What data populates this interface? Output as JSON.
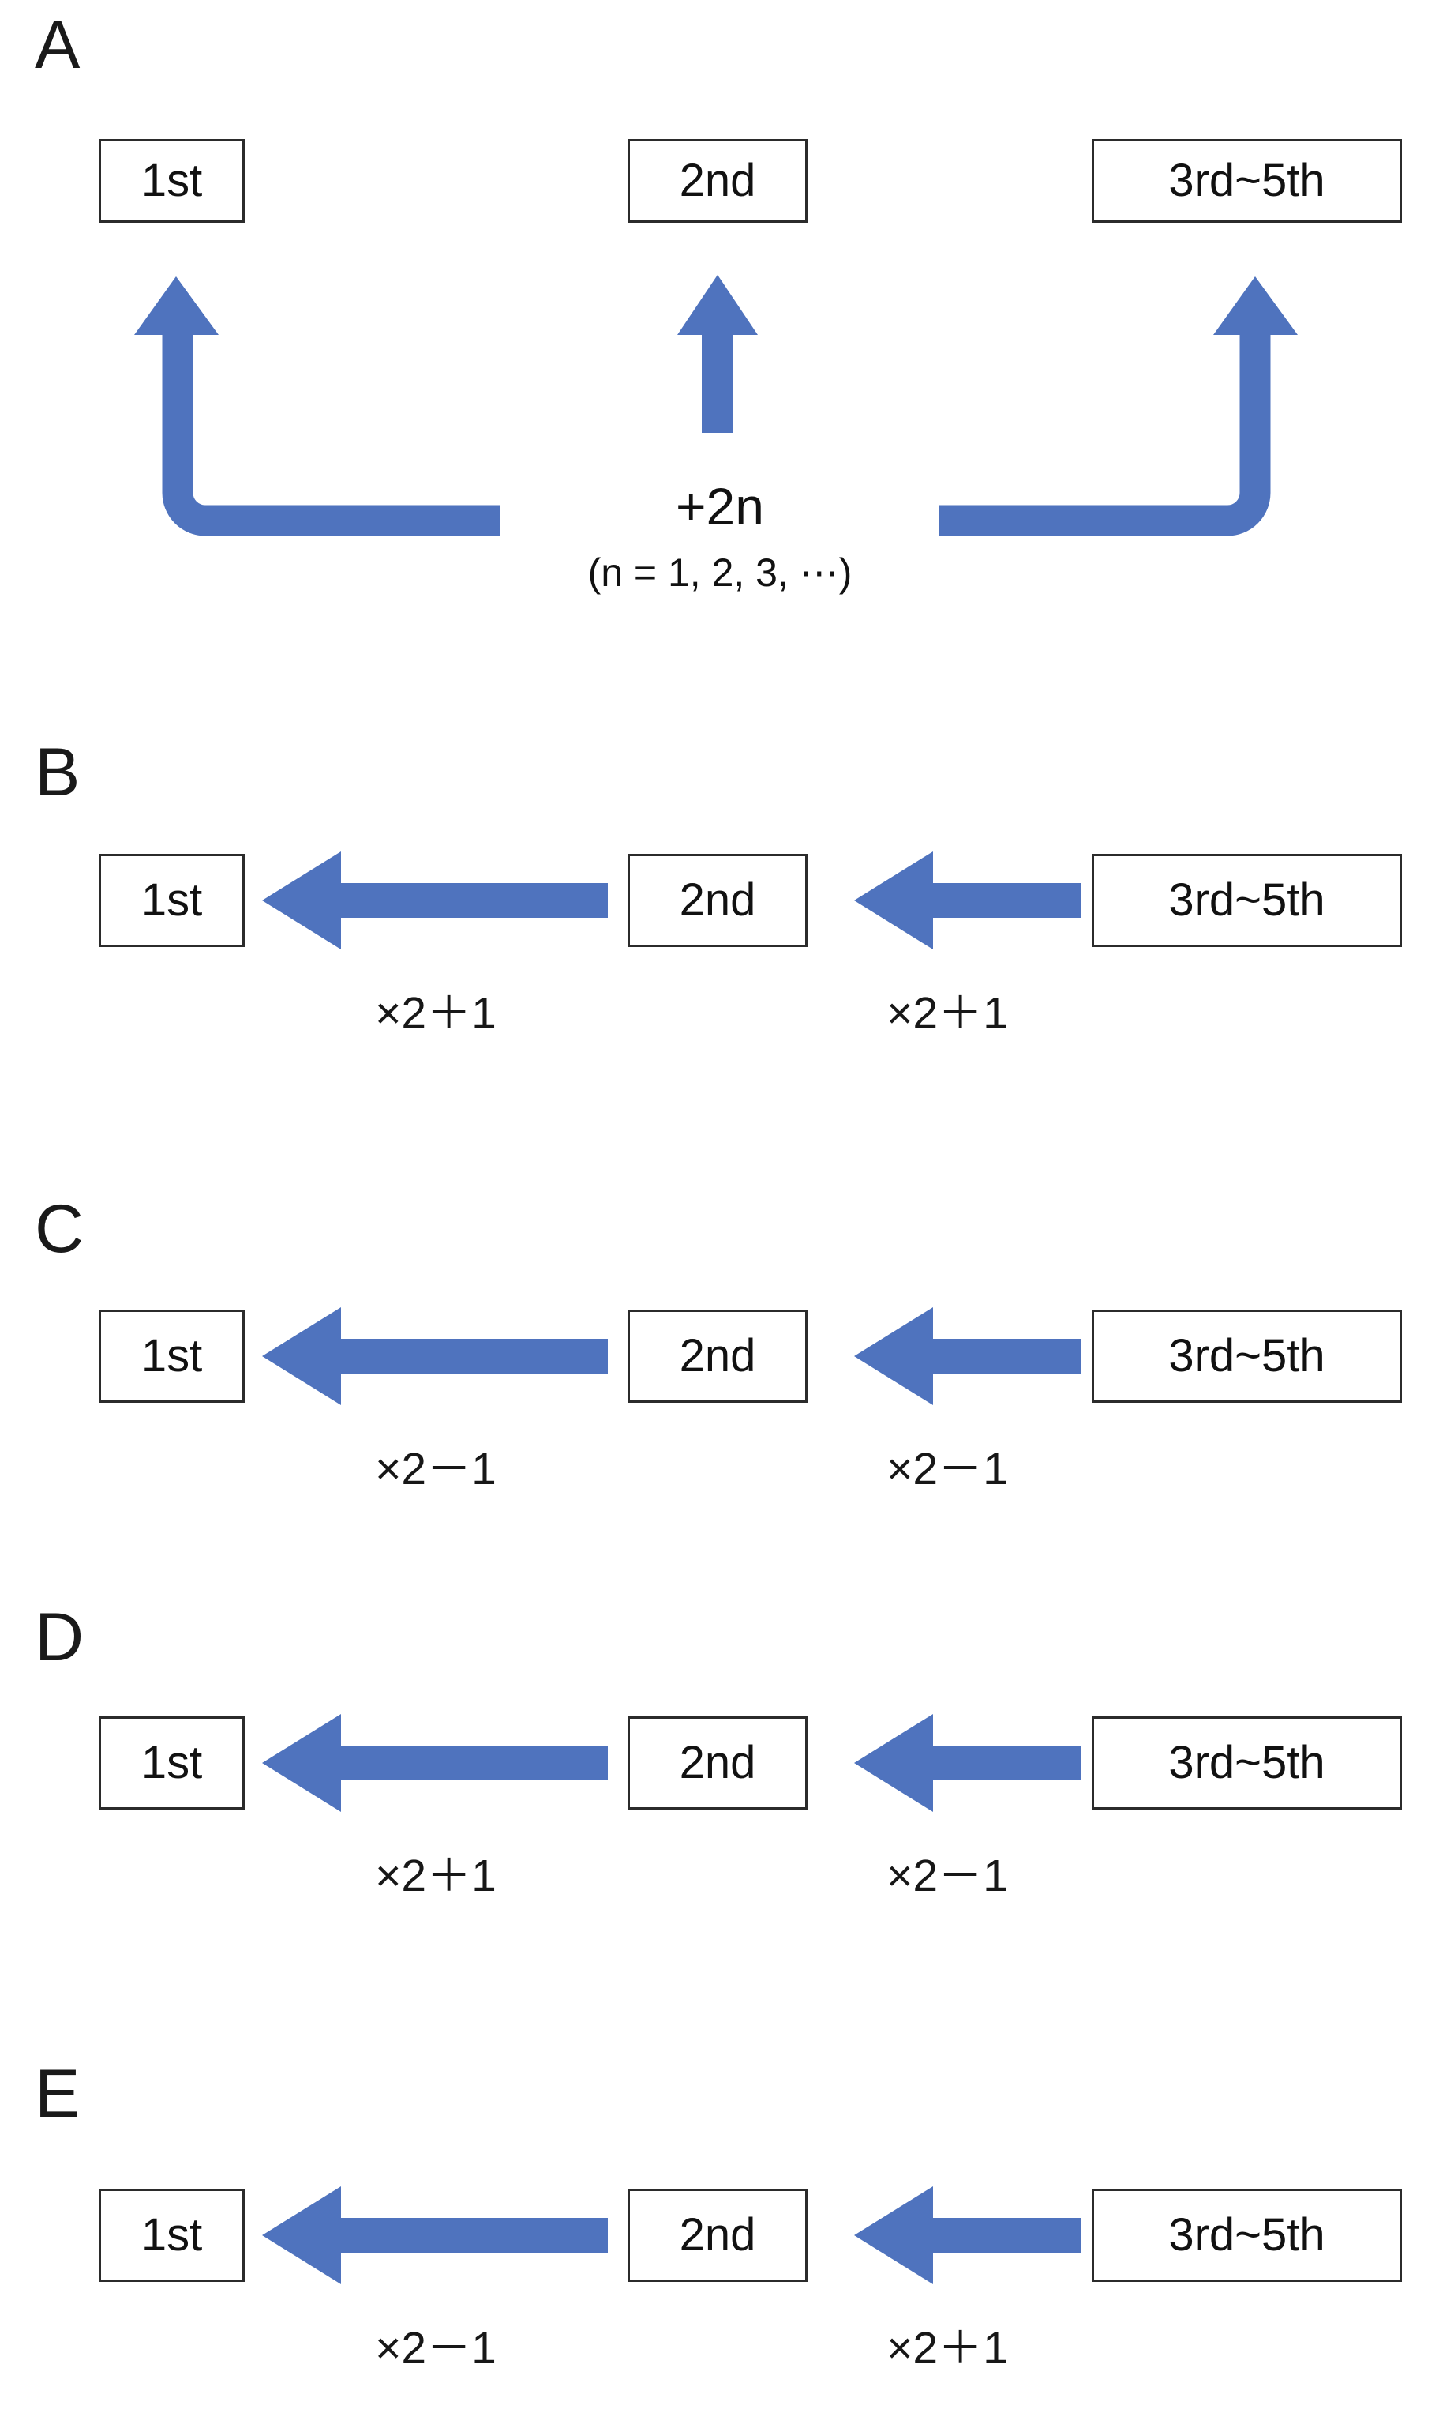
{
  "figure": {
    "accent_color": "#4f73be",
    "box_border_color": "#2b2b2b",
    "text_color": "#111111",
    "background": "#ffffff",
    "node_labels": {
      "first": "1st",
      "second": "2nd",
      "third_to_fifth": "3rd~5th"
    }
  },
  "panels": [
    {
      "letter": "A",
      "type": "upward-converging",
      "nodes": [
        "1st",
        "2nd",
        "3rd~5th"
      ],
      "operation": "+2n",
      "operation_note": "(n = 1, 2, 3, ⋯)",
      "arrows": [
        {
          "name": "elbow-arrow-to-1st",
          "direction": "up",
          "shape": "elbow-left"
        },
        {
          "name": "straight-arrow-to-2nd",
          "direction": "up",
          "shape": "straight"
        },
        {
          "name": "elbow-arrow-to-3rd-5th",
          "direction": "up",
          "shape": "elbow-right"
        }
      ]
    },
    {
      "letter": "B",
      "type": "chain-left",
      "nodes": [
        "1st",
        "2nd",
        "3rd~5th"
      ],
      "operations": [
        "×2＋1",
        "×2＋1"
      ],
      "arrows": [
        {
          "name": "arrow-2nd-to-1st",
          "direction": "left"
        },
        {
          "name": "arrow-3rd5th-to-2nd",
          "direction": "left"
        }
      ]
    },
    {
      "letter": "C",
      "type": "chain-left",
      "nodes": [
        "1st",
        "2nd",
        "3rd~5th"
      ],
      "operations": [
        "×2－1",
        "×2－1"
      ],
      "arrows": [
        {
          "name": "arrow-2nd-to-1st",
          "direction": "left"
        },
        {
          "name": "arrow-3rd5th-to-2nd",
          "direction": "left"
        }
      ]
    },
    {
      "letter": "D",
      "type": "chain-left",
      "nodes": [
        "1st",
        "2nd",
        "3rd~5th"
      ],
      "operations": [
        "×2＋1",
        "×2－1"
      ],
      "arrows": [
        {
          "name": "arrow-2nd-to-1st",
          "direction": "left"
        },
        {
          "name": "arrow-3rd5th-to-2nd",
          "direction": "left"
        }
      ]
    },
    {
      "letter": "E",
      "type": "chain-left",
      "nodes": [
        "1st",
        "2nd",
        "3rd~5th"
      ],
      "operations": [
        "×2－1",
        "×2＋1"
      ],
      "arrows": [
        {
          "name": "arrow-2nd-to-1st",
          "direction": "left"
        },
        {
          "name": "arrow-3rd5th-to-2nd",
          "direction": "left"
        }
      ]
    }
  ]
}
